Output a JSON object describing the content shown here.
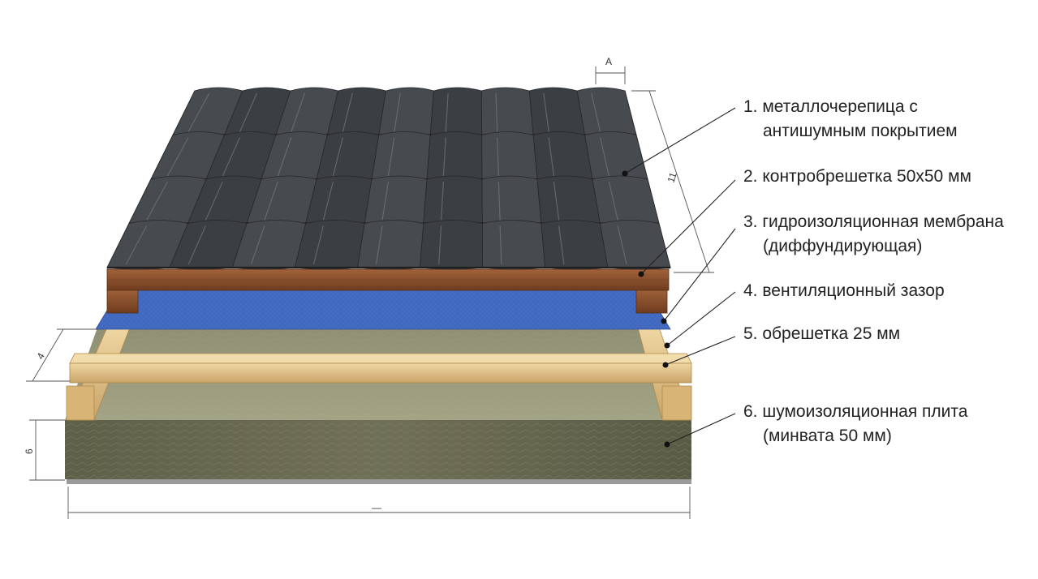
{
  "labels": [
    {
      "line1": "1. металлочерепица с",
      "line2": "антишумным покрытием"
    },
    {
      "line1": "2. контробрешетка 50х50 мм",
      "line2": ""
    },
    {
      "line1": "3. гидроизоляционная мембрана",
      "line2": "(диффундирующая)"
    },
    {
      "line1": "4. вентиляционный зазор",
      "line2": ""
    },
    {
      "line1": "5. обрешетка 25 мм",
      "line2": ""
    },
    {
      "line1": "6. шумоизоляционная плита",
      "line2": "(минвата 50 мм)"
    }
  ],
  "dimensions": {
    "tile_pitch": "A",
    "tile_height": "11",
    "gap_height": "4",
    "slab_height": "6",
    "width": "—"
  },
  "colors": {
    "tile": "#3f4246",
    "tile_dark": "#2a2c2f",
    "tile_light": "#6a6e73",
    "counter_batten": "#8a4e2a",
    "membrane": "#3f63b8",
    "batten": "#e2c48a",
    "wool": "#7d7d62",
    "wool_dark": "#5c5c48"
  }
}
